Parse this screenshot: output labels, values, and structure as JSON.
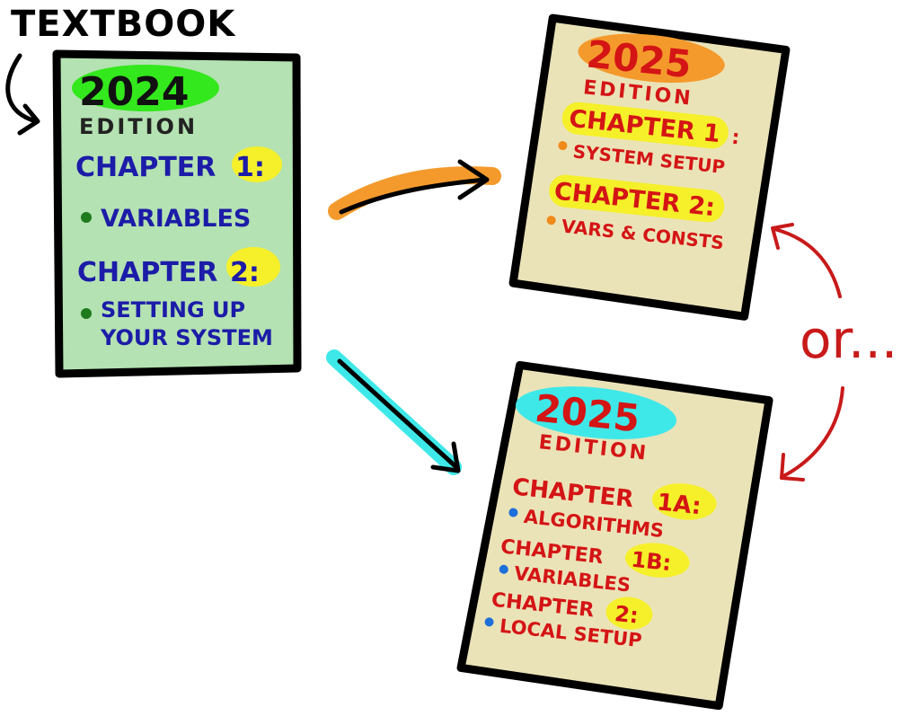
{
  "label": "TEXTBOOK",
  "or_label": "or...",
  "colors": {
    "green_book": "#b4e2b2",
    "tan_book": "#ebe3b8",
    "blue_text": "#1c1ca8",
    "red_text": "#d41515",
    "highlight_yellow": "#f5f02a",
    "highlight_green": "#33e81c",
    "highlight_orange": "#f49a2c",
    "highlight_cyan": "#3fe8e8",
    "bullet_green": "#1d7a1d",
    "bullet_orange": "#f08a1a",
    "bullet_blue": "#1e6fd9"
  },
  "books": [
    {
      "year": "2024",
      "edition": "EDITION",
      "ch1": "CHAPTER",
      "ch1_num": "1:",
      "ch1_item": "VARIABLES",
      "ch2": "CHAPTER",
      "ch2_num": "2:",
      "ch2_item_1": "SETTING UP",
      "ch2_item_2": "YOUR SYSTEM"
    },
    {
      "year": "2025",
      "edition": "EDITION",
      "ch1": "CHAPTER 1",
      "ch1_num": ":",
      "ch1_item": "SYSTEM SETUP",
      "ch2": "CHAPTER 2:",
      "ch2_item": "VARS & CONSTS"
    },
    {
      "year": "2025",
      "edition": "EDITION",
      "ch1a": "CHAPTER",
      "ch1a_num": "1A:",
      "ch1a_item": "ALGORITHMS",
      "ch1b": "CHAPTER",
      "ch1b_num": "1B:",
      "ch1b_item": "VARIABLES",
      "ch2": "CHAPTER",
      "ch2_num": "2:",
      "ch2_item": "LOCAL SETUP"
    }
  ]
}
